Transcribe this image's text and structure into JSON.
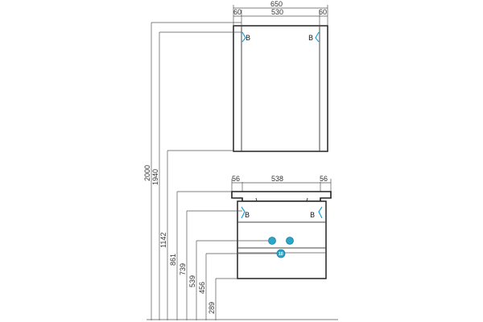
{
  "mirror_cabinet": {
    "total_width": "650",
    "side_left": "60",
    "inner_width": "530",
    "side_right": "60",
    "hinge_left": "B",
    "hinge_right": "B"
  },
  "vanity": {
    "side_left": "56",
    "inner_width": "538",
    "side_right": "56",
    "hinge_left": "B",
    "hinge_right": "B",
    "pipe_label": "10"
  },
  "heights": [
    "2000",
    "1940",
    "1142",
    "861",
    "739",
    "539",
    "456",
    "289"
  ],
  "colors": {
    "line": "#444444",
    "accent": "#1aa3d9",
    "pipe": "#2aa6c9"
  }
}
